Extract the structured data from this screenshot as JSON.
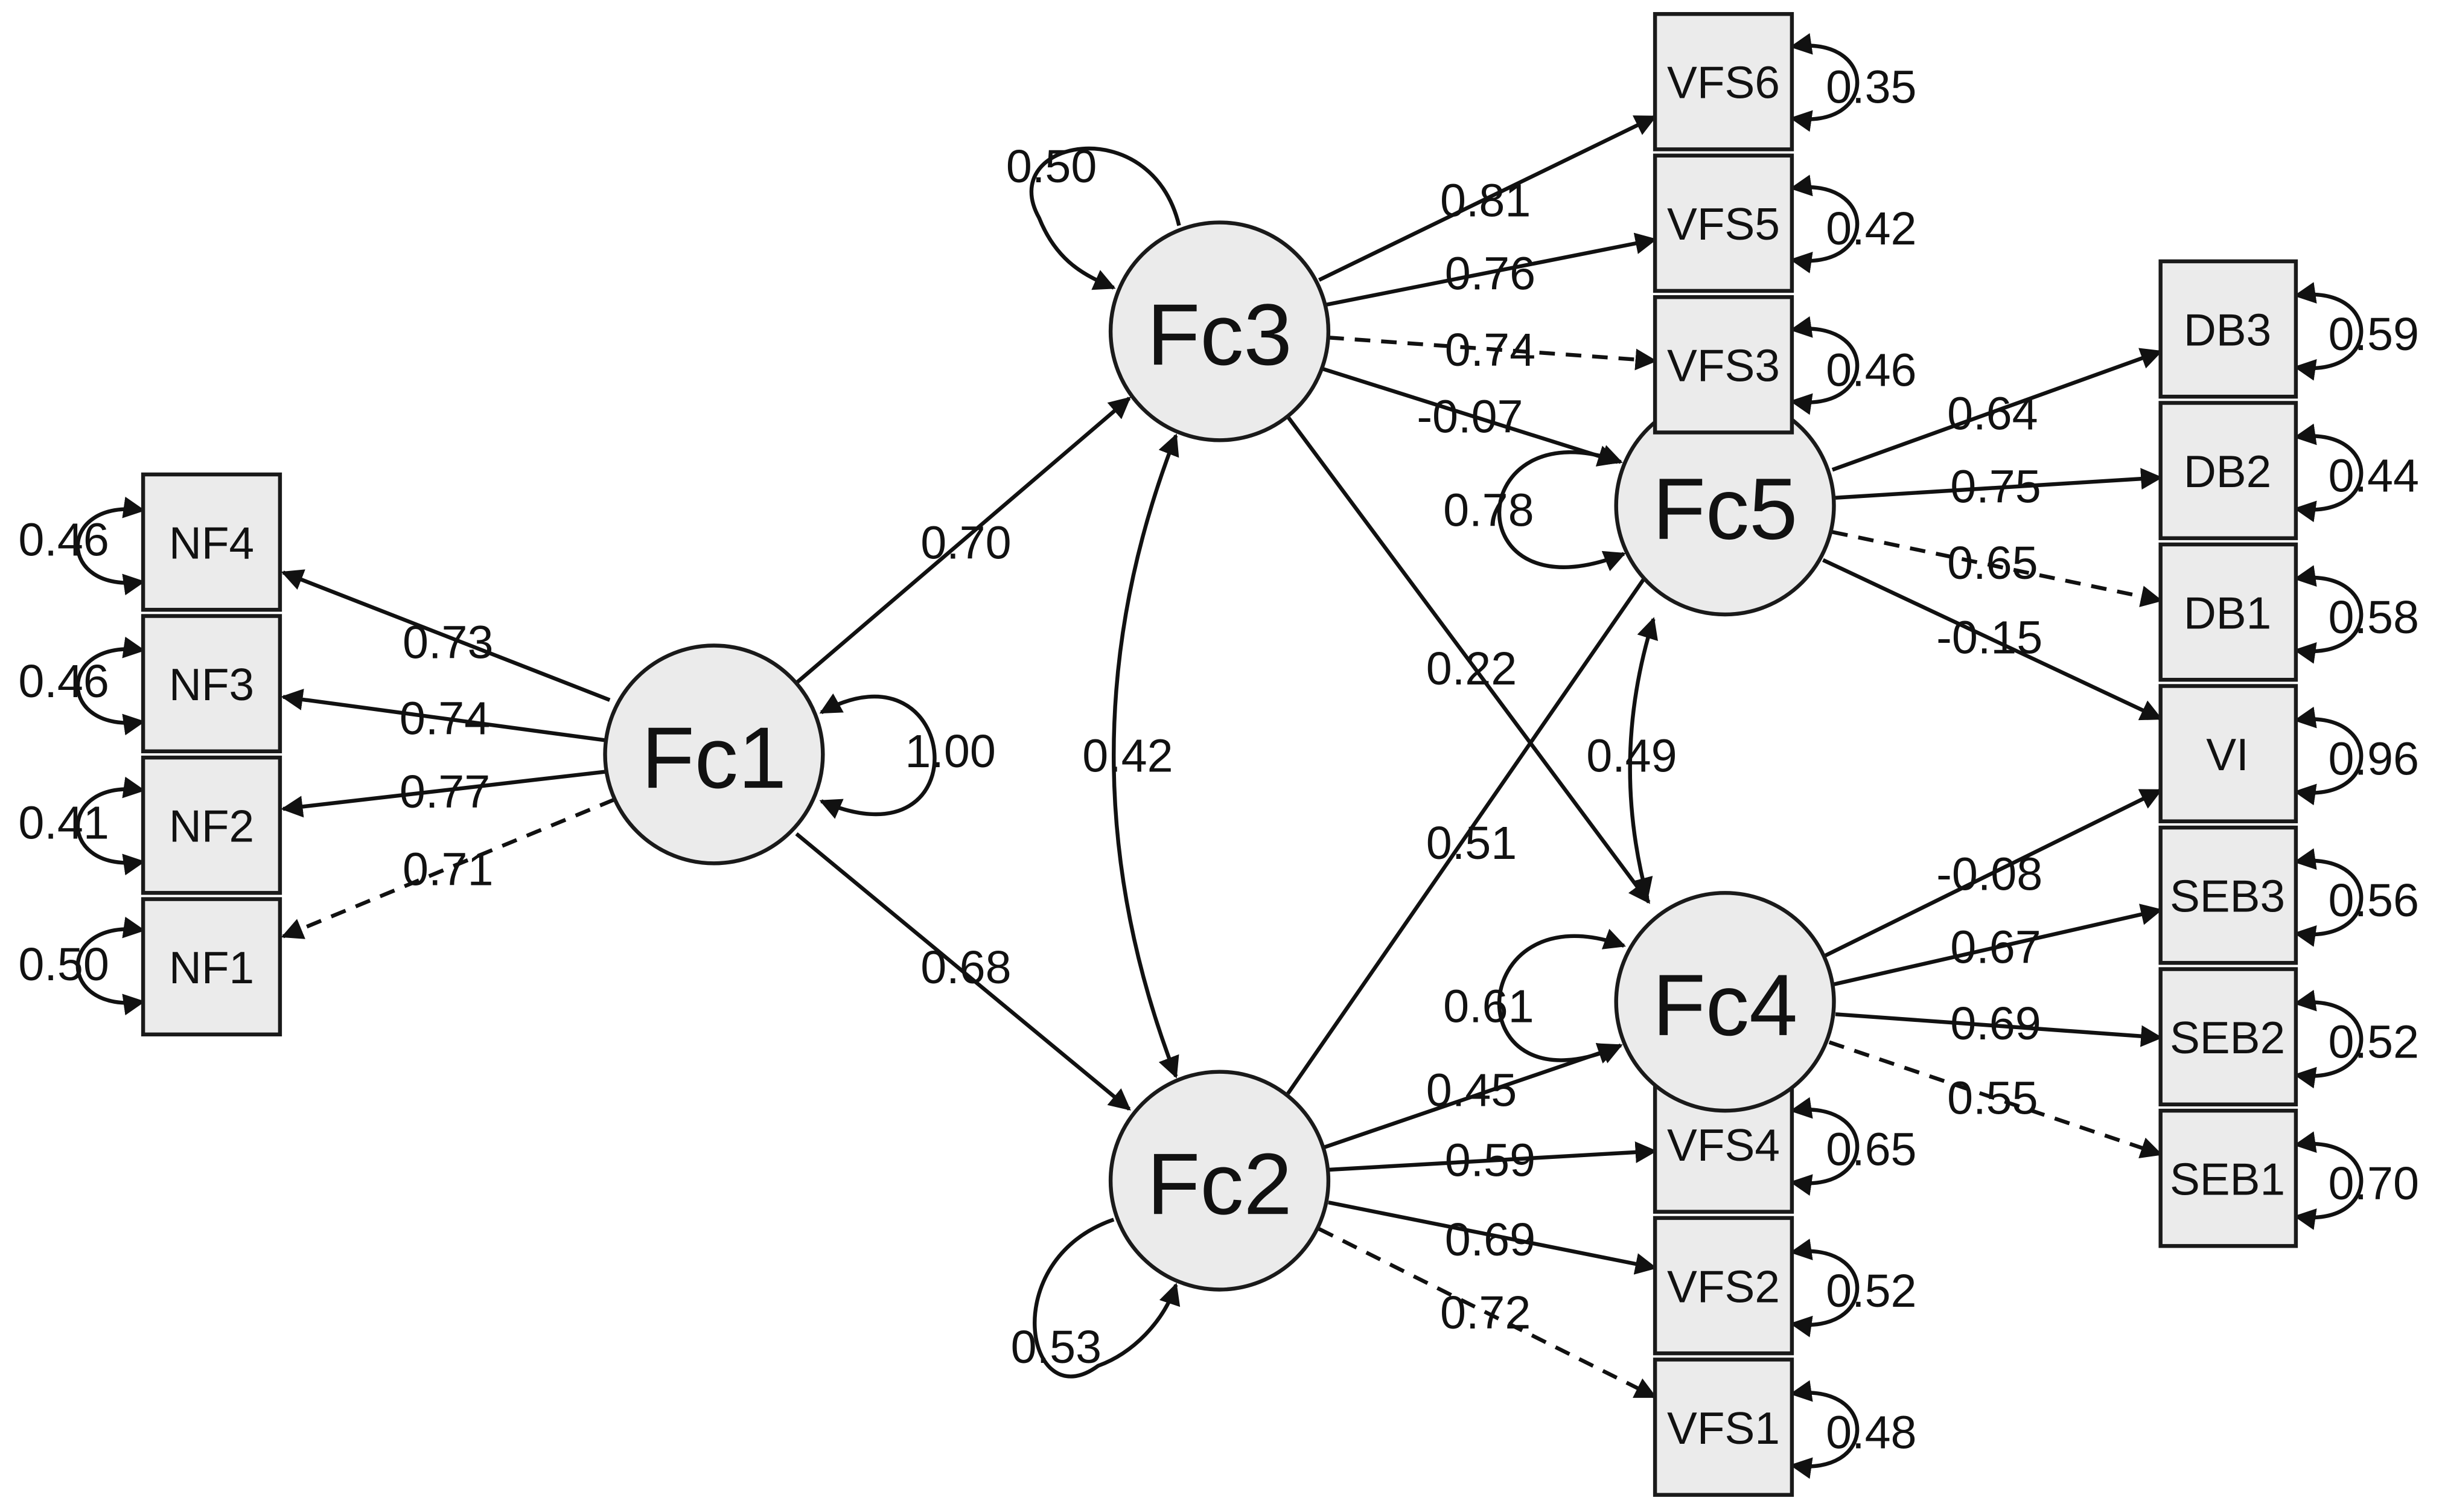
{
  "latents": {
    "fc1": "Fc1",
    "fc2": "Fc2",
    "fc3": "Fc3",
    "fc4": "Fc4",
    "fc5": "Fc5"
  },
  "indicators": {
    "nf4": "NF4",
    "nf3": "NF3",
    "nf2": "NF2",
    "nf1": "NF1",
    "vfs6": "VFS6",
    "vfs5": "VFS5",
    "vfs3": "VFS3",
    "vfs4": "VFS4",
    "vfs2": "VFS2",
    "vfs1": "VFS1",
    "db3": "DB3",
    "db2": "DB2",
    "db1": "DB1",
    "vi": "VI",
    "seb3": "SEB3",
    "seb2": "SEB2",
    "seb1": "SEB1"
  },
  "loadings": {
    "fc1_nf4": "0.73",
    "fc1_nf3": "0.74",
    "fc1_nf2": "0.77",
    "fc1_nf1": "0.71",
    "fc3_vfs6": "0.81",
    "fc3_vfs5": "0.76",
    "fc3_vfs3": "0.74",
    "fc2_vfs4": "0.59",
    "fc2_vfs2": "0.69",
    "fc2_vfs1": "0.72",
    "fc5_db3": "0.64",
    "fc5_db2": "0.75",
    "fc5_db1": "0.65",
    "fc5_vi": "-0.15",
    "fc4_vi": "-0.08",
    "fc4_seb3": "0.67",
    "fc4_seb2": "0.69",
    "fc4_seb1": "0.55"
  },
  "paths": {
    "fc1_fc3": "0.70",
    "fc1_fc2": "0.68",
    "fc3_fc5": "-0.07",
    "fc3_fc4": "0.22",
    "fc2_fc5": "0.51",
    "fc2_fc4": "0.45"
  },
  "covariances": {
    "fc3_fc2": "0.42",
    "fc5_fc4": "0.49"
  },
  "variances": {
    "fc1": "1.00",
    "fc2": "0.53",
    "fc3": "0.50",
    "fc4": "0.61",
    "fc5": "0.78",
    "nf4": "0.46",
    "nf3": "0.46",
    "nf2": "0.41",
    "nf1": "0.50",
    "vfs6": "0.35",
    "vfs5": "0.42",
    "vfs3": "0.46",
    "vfs4": "0.65",
    "vfs2": "0.52",
    "vfs1": "0.48",
    "db3": "0.59",
    "db2": "0.44",
    "db1": "0.58",
    "vi": "0.96",
    "seb3": "0.56",
    "seb2": "0.52",
    "seb1": "0.70"
  }
}
